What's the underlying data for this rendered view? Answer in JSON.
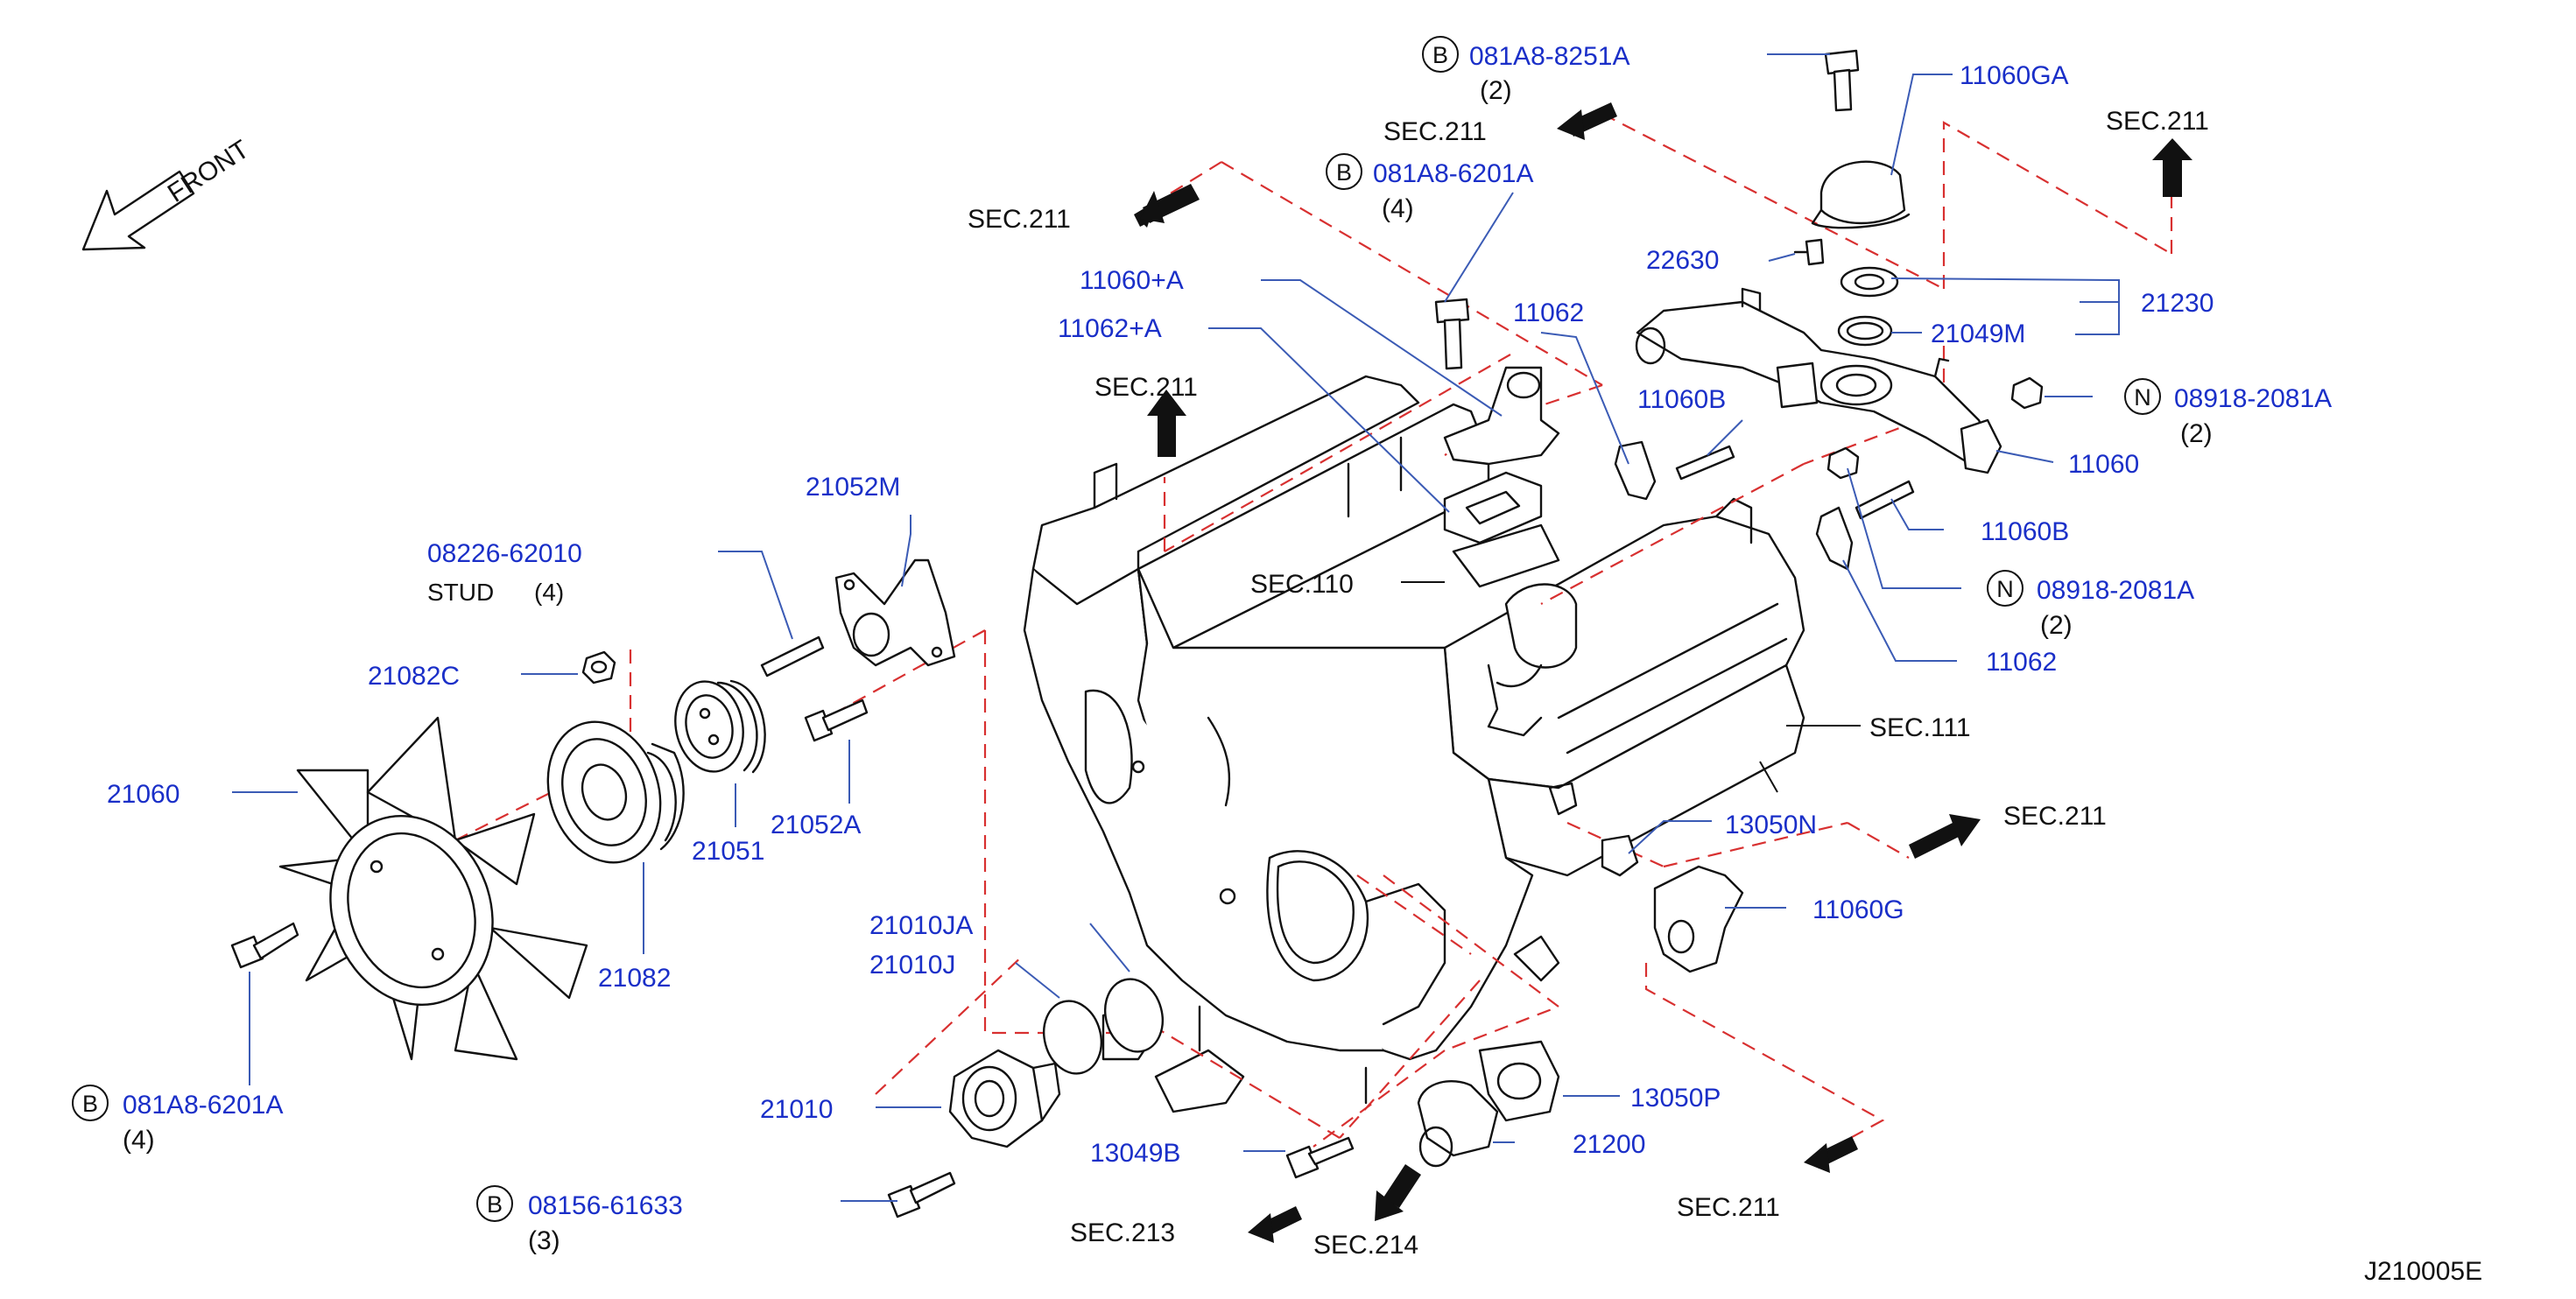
{
  "diagram_id": "J210005E",
  "front_label": "FRONT",
  "callouts": [
    {
      "key": "b1",
      "letter": "B",
      "num": "081A8-8251A",
      "qty": "(2)"
    },
    {
      "key": "b2",
      "letter": "B",
      "num": "081A8-6201A",
      "qty": "(4)"
    },
    {
      "key": "b3",
      "letter": "B",
      "num": "081A8-6201A",
      "qty": "(4)"
    },
    {
      "key": "b4",
      "letter": "B",
      "num": "08156-61633",
      "qty": "(3)"
    },
    {
      "key": "n1",
      "letter": "N",
      "num": "08918-2081A",
      "qty": "(2)"
    },
    {
      "key": "n2",
      "letter": "N",
      "num": "08918-2081A",
      "qty": "(2)"
    }
  ],
  "parts": {
    "p11060GA": "11060GA",
    "p22630": "22630",
    "p21230": "21230",
    "p21049M": "21049M",
    "p11060pA": "11060+A",
    "p11062pA": "11062+A",
    "p11062a": "11062",
    "p11060Ba": "11060B",
    "p11060": "11060",
    "p11060Bb": "11060B",
    "p11062b": "11062",
    "p21052M": "21052M",
    "p08226": "08226-62010",
    "stud": "STUD",
    "stud_qty": "(4)",
    "p21082C": "21082C",
    "p21060": "21060",
    "p21051": "21051",
    "p21052A": "21052A",
    "p21082": "21082",
    "p13050N": "13050N",
    "p11060G": "11060G",
    "p21010JA": "21010JA",
    "p21010J": "21010J",
    "p21010": "21010",
    "p13049B": "13049B",
    "p13050P": "13050P",
    "p21200": "21200"
  },
  "sections": {
    "s211a": "SEC.211",
    "s211b": "SEC.211",
    "s211c": "SEC.211",
    "s211d": "SEC.211",
    "s211e": "SEC.211",
    "s211f": "SEC.211",
    "s110": "SEC.110",
    "s111": "SEC.111",
    "s213": "SEC.213",
    "s214": "SEC.214"
  },
  "colors": {
    "part_number": "#1a2fc8",
    "leader": "#3b5bb5",
    "dashed": "#d83030",
    "ink": "#111111"
  }
}
